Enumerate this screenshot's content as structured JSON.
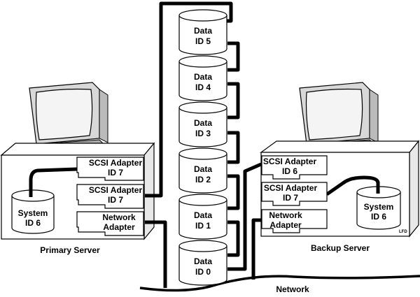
{
  "primary": {
    "label": "Primary Server",
    "adapters": [
      {
        "line1": "SCSI Adapter",
        "line2": "ID 7"
      },
      {
        "line1": "SCSI Adapter",
        "line2": "ID 7"
      },
      {
        "line1": "Network",
        "line2": "Adapter"
      }
    ],
    "disk": {
      "line1": "System",
      "line2": "ID 6"
    }
  },
  "backup": {
    "label": "Backup Server",
    "adapters": [
      {
        "line1": "SCSI Adapter",
        "line2": "ID 6"
      },
      {
        "line1": "SCSI Adapter",
        "line2": "ID 7"
      },
      {
        "line1": "Network",
        "line2": "Adapter"
      }
    ],
    "disk": {
      "line1": "System",
      "line2": "ID 6"
    },
    "mark": "LFD"
  },
  "data_disks": [
    {
      "line1": "Data",
      "line2": "ID 5"
    },
    {
      "line1": "Data",
      "line2": "ID 4"
    },
    {
      "line1": "Data",
      "line2": "ID 3"
    },
    {
      "line1": "Data",
      "line2": "ID 2"
    },
    {
      "line1": "Data",
      "line2": "ID 1"
    },
    {
      "line1": "Data",
      "line2": "ID 0"
    }
  ],
  "network": {
    "label": "Network"
  }
}
